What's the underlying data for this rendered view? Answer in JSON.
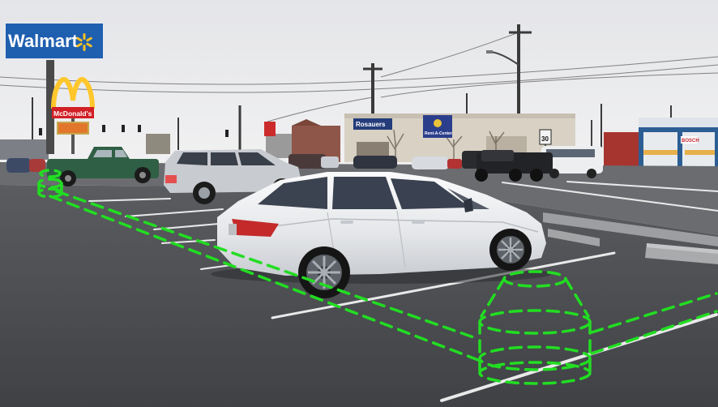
{
  "scene": {
    "description_type": "photo",
    "colors": {
      "sky": "#e9eaec",
      "asphalt": "#4a4c50",
      "overlay_green": "#22dd22",
      "walmart_blue": "#1f5fb0",
      "mcdonalds_red": "#d21f26",
      "mcdonalds_yellow": "#ffc72c",
      "car_white": "#eeeff1",
      "truck_green": "#2f5f44"
    }
  },
  "signs": {
    "walmart": "Walmart",
    "mcdonalds": "McDonald's",
    "rosauers": "Rosauers",
    "rent_a_center": "Rent-A-Center",
    "speed_limit": "30",
    "bosch": "BOSCH"
  }
}
